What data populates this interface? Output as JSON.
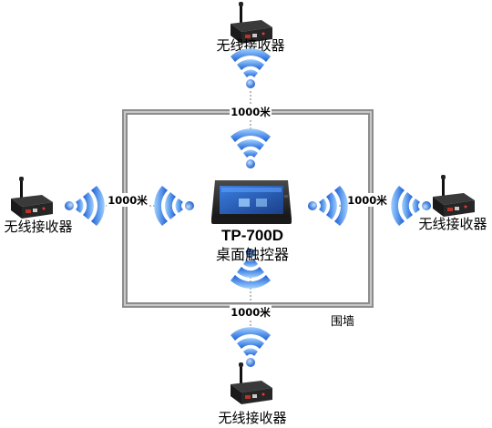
{
  "fence_label": "围墙",
  "center_device": {
    "model": "TP-700D",
    "name": "桌面触控器",
    "icon": "touch-panel-icon"
  },
  "receivers": {
    "top": {
      "label": "无线接收器",
      "icon": "wireless-receiver-icon"
    },
    "left": {
      "label": "无线接收器",
      "icon": "wireless-receiver-icon"
    },
    "right": {
      "label": "无线接收器",
      "icon": "wireless-receiver-icon"
    },
    "bottom": {
      "label": "无线接收器",
      "icon": "wireless-receiver-icon"
    }
  },
  "distances": {
    "top": "1000米",
    "left": "1000米",
    "right": "1000米",
    "bottom": "1000米"
  },
  "colors": {
    "wall": "#9a9a9a",
    "signal_blue": "#1b6fe0",
    "signal_light": "#9fd0ff",
    "device_body": "#2b2b2b",
    "screen_blue": "#2d6cc7"
  }
}
